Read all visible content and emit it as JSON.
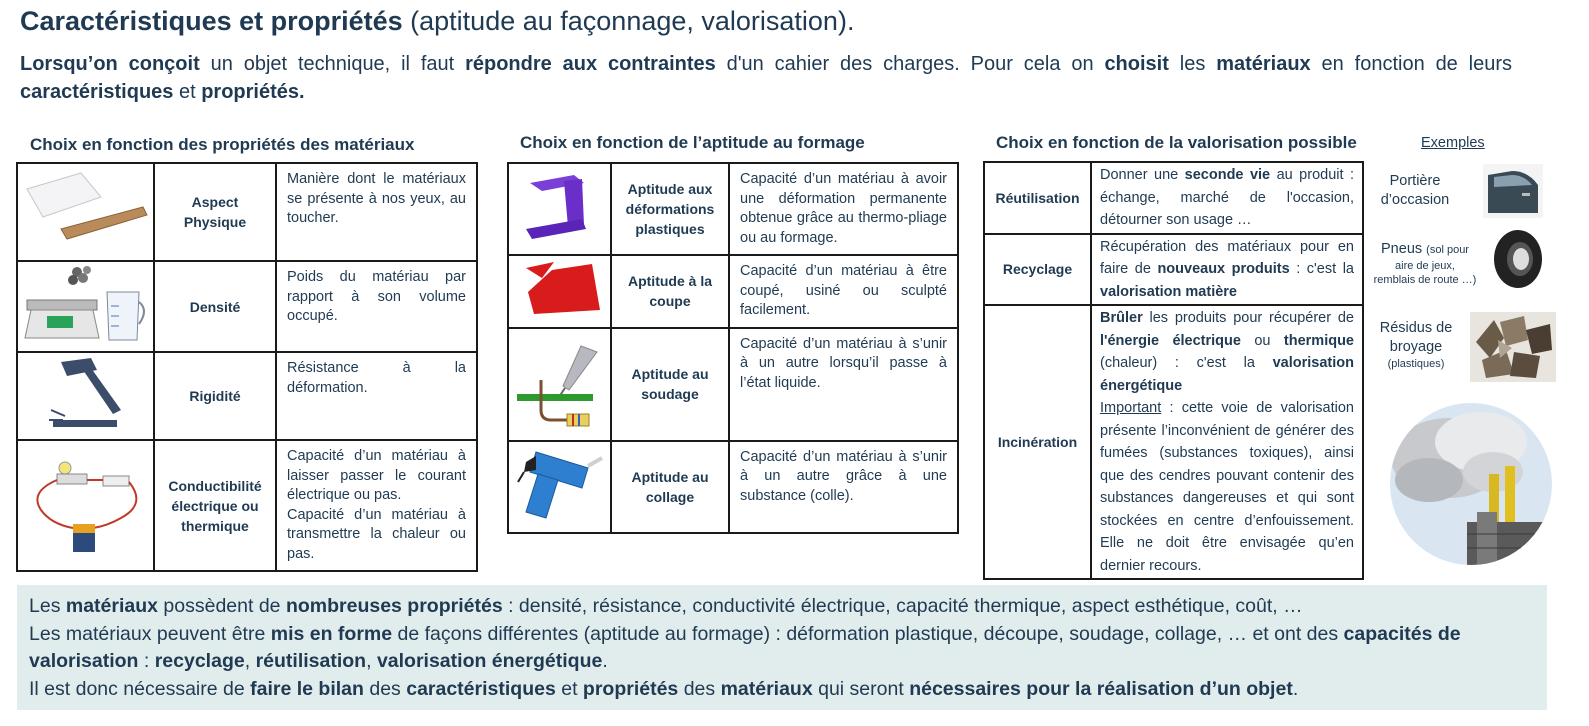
{
  "header": {
    "title_bold": "Caractéristiques et propriétés",
    "title_rest": "(aptitude au façonnage, valorisation)."
  },
  "intro": {
    "p1": "Lorsqu’on conçoit",
    "p2": " un objet technique, il faut ",
    "p3": "répondre aux contraintes",
    "p4": " d'un cahier des charges. Pour cela on ",
    "p5": "choisit",
    "p6": " les ",
    "p7": "matériaux",
    "p8": " en fonction de leurs ",
    "p9": "caractéristiques",
    "p10": " et ",
    "p11": "propriétés."
  },
  "properties": {
    "title": "Choix en fonction des propriétés des matériaux",
    "rows": [
      {
        "label": "Aspect Physique",
        "desc": "Manière dont le matériaux se présente à nos yeux, au toucher.",
        "icon": "material-samples-icon"
      },
      {
        "label": "Densité",
        "desc": "Poids du matériau par rapport à son volume occupé.",
        "icon": "scale-icon"
      },
      {
        "label": "Rigidité",
        "desc": "Résistance à la déformation.",
        "icon": "hammer-icon"
      },
      {
        "label": "Conductibilité électrique ou thermique",
        "desc1": "Capacité d’un matériau à laisser passer le courant électrique ou pas.",
        "desc2": "Capacité d’un matériau à transmettre la chaleur ou pas.",
        "icon": "circuit-icon"
      }
    ]
  },
  "forming": {
    "title": "Choix en fonction de l’aptitude au formage",
    "rows": [
      {
        "label": "Aptitude aux déformations plastiques",
        "desc": "Capacité d’un matériau à avoir une déformation permanente obtenue grâce au thermo-pliage ou au formage.",
        "icon": "bent-plastic-icon"
      },
      {
        "label": "Aptitude à la coupe",
        "desc": "Capacité d’un matériau à être coupé, usiné ou sculpté facilement.",
        "icon": "cut-piece-icon"
      },
      {
        "label": "Aptitude au soudage",
        "desc": "Capacité d’un matériau à s’unir à un autre lorsqu’il passe à l’état liquide.",
        "icon": "soldering-icon"
      },
      {
        "label": "Aptitude au collage",
        "desc": "Capacité d’un matériau à s’unir à un autre grâce à une substance (colle).",
        "icon": "glue-gun-icon"
      }
    ]
  },
  "valorisation": {
    "title": "Choix en fonction de la valorisation possible",
    "reuse": {
      "label": "Réutilisation",
      "t1": "Donner une ",
      "t2": "seconde vie",
      "t3": " au produit : échange, marché de l'occasion, détourner son usage …"
    },
    "recycle": {
      "label": "Recyclage",
      "t1": "Récupération des matériaux pour en faire de ",
      "t2": "nouveaux produits",
      "t3": " : c'est la ",
      "t4": "valorisation matière"
    },
    "incineration": {
      "label": "Incinération",
      "t1": "Brûler",
      "t2": " les produits pour récupérer de ",
      "t3": "l'énergie électrique",
      "t4": " ou ",
      "t5": "thermique",
      "t6": " (chaleur) : c'est la ",
      "t7": "valorisation énergétique",
      "t8": "Important",
      "t9": " : cette voie de valorisation présente l’inconvénient de générer des fumées (substances toxiques), ainsi que des cendres pouvant contenir des substances dangereuses et qui sont stockées en centre d’enfouissement.  Elle ne doit être envisagée qu’en dernier recours."
    }
  },
  "examples": {
    "title": "Exemples",
    "items": [
      {
        "l1": "Portière",
        "l2": "d’occasion",
        "icon": "car-door-icon"
      },
      {
        "l1": "Pneus",
        "small1": "(sol pour",
        "small2": "aire de jeux,",
        "small3": "remblais de route …)",
        "icon": "tire-icon"
      },
      {
        "l1": "Résidus de",
        "l2": "broyage",
        "small1": "(plastiques)",
        "icon": "shredded-residue-icon"
      }
    ],
    "photo_icon": "incinerator-smoke-icon"
  },
  "summary": {
    "l1": [
      "Les ",
      "matériaux",
      " possèdent de ",
      "nombreuses propriétés",
      " : densité, résistance, conductivité électrique, capacité thermique, aspect esthétique, coût, …"
    ],
    "l2": [
      "Les matériaux peuvent être ",
      "mis en forme",
      " de façons différentes (aptitude au formage) : déformation plastique, découpe, soudage, collage, … et ont des ",
      "capacités de valorisation",
      " : ",
      "recyclage",
      ", ",
      "réutilisation",
      ", ",
      "valorisation énergétique",
      "."
    ],
    "l3": [
      "Il est donc nécessaire de ",
      "faire le bilan",
      " des ",
      "caractéristiques",
      " et ",
      "propriétés",
      " des ",
      "matériaux",
      " qui seront ",
      "nécessaires pour la réalisation d’un objet",
      "."
    ]
  }
}
